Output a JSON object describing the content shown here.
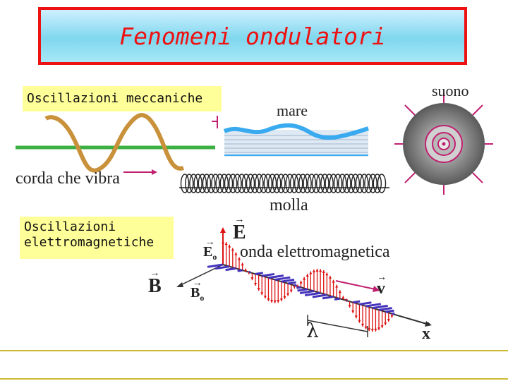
{
  "title": "Fenomeni ondulatori",
  "labels": {
    "mechanical": "Oscillazioni meccaniche",
    "electromagnetic": "Oscillazioni elettromagnetiche",
    "string": "corda che vibra",
    "sea": "mare",
    "sound": "suono",
    "spring": "molla",
    "em_wave": "onda elettromagnetica"
  },
  "vectors": {
    "E": "E",
    "E0": "E",
    "E0_sub": "o",
    "B": "B",
    "B0": "B",
    "B0_sub": "o",
    "v": "v",
    "x": "x",
    "lambda": "λ"
  },
  "colors": {
    "title_red": "#ee1111",
    "string_wave": "#c8913a",
    "baseline_green": "#3cb043",
    "sea_blue": "#3aaaf0",
    "electric_red": "#dd1111",
    "magnetic_blue": "#4433bb",
    "arrow_pink": "#c02070"
  }
}
